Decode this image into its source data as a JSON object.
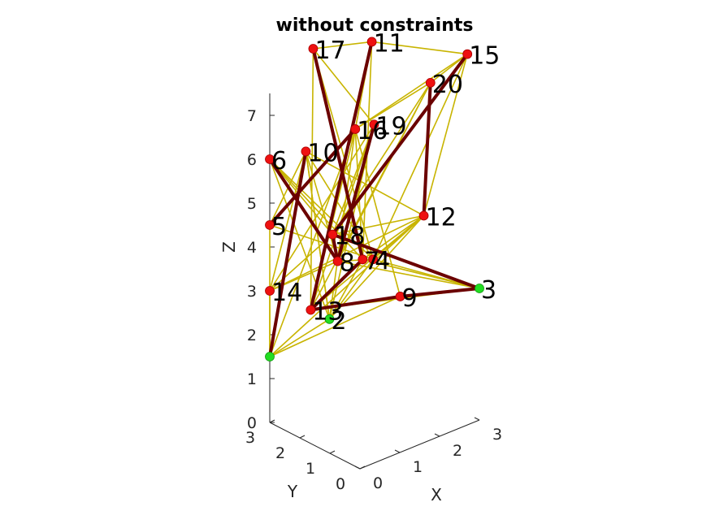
{
  "chart_data": {
    "type": "graph3d",
    "title": "without constraints",
    "xlabel": "X",
    "ylabel": "Y",
    "zlabel": "Z",
    "xlim": [
      0,
      3
    ],
    "ylim": [
      0,
      3
    ],
    "zlim": [
      0,
      7.5
    ],
    "xticks": [
      "0",
      "1",
      "2",
      "3"
    ],
    "yticks": [
      "0",
      "1",
      "2",
      "3"
    ],
    "zticks": [
      "0",
      "1",
      "2",
      "3",
      "4",
      "5",
      "6",
      "7"
    ],
    "colors": {
      "thin_edge": "#c8b400",
      "thick_edge": "#6b0000",
      "fixed_node": "#22dd22",
      "free_node": "#ee1111",
      "axis": "#262626"
    },
    "nodes": [
      {
        "id": "1",
        "x": 0,
        "y": 3,
        "z": 1.5,
        "fixed": true,
        "label": ""
      },
      {
        "id": "2",
        "x": 1.5,
        "y": 3,
        "z": 1.8,
        "fixed": true,
        "label": "2"
      },
      {
        "id": "3",
        "x": 3,
        "y": 0,
        "z": 3,
        "fixed": true,
        "label": "3"
      },
      {
        "id": "4",
        "x": 1.35,
        "y": 1.35,
        "z": 3.8,
        "fixed": false,
        "label": "4"
      },
      {
        "id": "5",
        "x": 0,
        "y": 3,
        "z": 4.5,
        "fixed": false,
        "label": "5"
      },
      {
        "id": "6",
        "x": 0,
        "y": 3,
        "z": 6,
        "fixed": false,
        "label": "6"
      },
      {
        "id": "7",
        "x": 1.2,
        "y": 1.5,
        "z": 3.8,
        "fixed": false,
        "label": "7"
      },
      {
        "id": "8",
        "x": 0.8,
        "y": 1.8,
        "z": 3.8,
        "fixed": false,
        "label": "8"
      },
      {
        "id": "9",
        "x": 2.03,
        "y": 1.35,
        "z": 2.7,
        "fixed": false,
        "label": "9"
      },
      {
        "id": "10",
        "x": 0,
        "y": 1.8,
        "z": 6.6,
        "fixed": false,
        "label": "10"
      },
      {
        "id": "11",
        "x": 1.4,
        "y": 1.46,
        "z": 8.7,
        "fixed": false,
        "label": "11"
      },
      {
        "id": "12",
        "x": 2.29,
        "y": 0.91,
        "z": 4.6,
        "fixed": false,
        "label": "12"
      },
      {
        "id": "13",
        "x": 0.65,
        "y": 2.5,
        "z": 2.5,
        "fixed": false,
        "label": "13"
      },
      {
        "id": "14",
        "x": 0,
        "y": 3,
        "z": 3,
        "fixed": false,
        "label": "14"
      },
      {
        "id": "15",
        "x": 3,
        "y": 0.4,
        "z": 8.2,
        "fixed": false,
        "label": "15"
      },
      {
        "id": "16",
        "x": 1.06,
        "y": 1.56,
        "z": 6.8,
        "fixed": false,
        "label": "16"
      },
      {
        "id": "17",
        "x": 0.63,
        "y": 2.39,
        "z": 8.5,
        "fixed": false,
        "label": "17"
      },
      {
        "id": "18",
        "x": 0.98,
        "y": 2.21,
        "z": 4.2,
        "fixed": false,
        "label": "18"
      },
      {
        "id": "19",
        "x": 1.45,
        "y": 1.45,
        "z": 6.8,
        "fixed": false,
        "label": "19"
      },
      {
        "id": "20",
        "x": 2.42,
        "y": 0.86,
        "z": 7.6,
        "fixed": false,
        "label": "20"
      }
    ],
    "thin_edges": [
      [
        "1",
        "2"
      ],
      [
        "1",
        "9"
      ],
      [
        "1",
        "14"
      ],
      [
        "1",
        "5"
      ],
      [
        "1",
        "16"
      ],
      [
        "1",
        "12"
      ],
      [
        "2",
        "10"
      ],
      [
        "2",
        "19"
      ],
      [
        "2",
        "4"
      ],
      [
        "2",
        "16"
      ],
      [
        "2",
        "12"
      ],
      [
        "2",
        "6"
      ],
      [
        "2",
        "7"
      ],
      [
        "3",
        "9"
      ],
      [
        "3",
        "18"
      ],
      [
        "3",
        "8"
      ],
      [
        "3",
        "7"
      ],
      [
        "3",
        "4"
      ],
      [
        "3",
        "13"
      ],
      [
        "6",
        "4"
      ],
      [
        "6",
        "7"
      ],
      [
        "6",
        "18"
      ],
      [
        "5",
        "16"
      ],
      [
        "5",
        "10"
      ],
      [
        "5",
        "4"
      ],
      [
        "14",
        "10"
      ],
      [
        "14",
        "8"
      ],
      [
        "14",
        "19"
      ],
      [
        "14",
        "12"
      ],
      [
        "17",
        "11"
      ],
      [
        "17",
        "13"
      ],
      [
        "17",
        "4"
      ],
      [
        "17",
        "19"
      ],
      [
        "11",
        "15"
      ],
      [
        "11",
        "16"
      ],
      [
        "11",
        "7"
      ],
      [
        "15",
        "20"
      ],
      [
        "15",
        "16"
      ],
      [
        "15",
        "12"
      ],
      [
        "15",
        "4"
      ],
      [
        "20",
        "13"
      ],
      [
        "20",
        "18"
      ],
      [
        "20",
        "16"
      ],
      [
        "20",
        "8"
      ],
      [
        "10",
        "4"
      ],
      [
        "10",
        "8"
      ],
      [
        "10",
        "12"
      ],
      [
        "10",
        "2"
      ],
      [
        "16",
        "13"
      ],
      [
        "16",
        "9"
      ],
      [
        "16",
        "7"
      ],
      [
        "19",
        "18"
      ],
      [
        "19",
        "13"
      ],
      [
        "19",
        "8"
      ],
      [
        "18",
        "12"
      ],
      [
        "18",
        "14"
      ],
      [
        "7",
        "12"
      ],
      [
        "8",
        "4"
      ],
      [
        "13",
        "9"
      ],
      [
        "13",
        "12"
      ],
      [
        "12",
        "4"
      ]
    ],
    "thick_edges": [
      [
        "1",
        "10"
      ],
      [
        "5",
        "16"
      ],
      [
        "6",
        "8"
      ],
      [
        "17",
        "7"
      ],
      [
        "11",
        "13"
      ],
      [
        "15",
        "18"
      ],
      [
        "20",
        "12"
      ],
      [
        "19",
        "8"
      ],
      [
        "18",
        "3"
      ],
      [
        "13",
        "9"
      ],
      [
        "18",
        "8"
      ],
      [
        "13",
        "7"
      ],
      [
        "9",
        "3"
      ]
    ]
  }
}
